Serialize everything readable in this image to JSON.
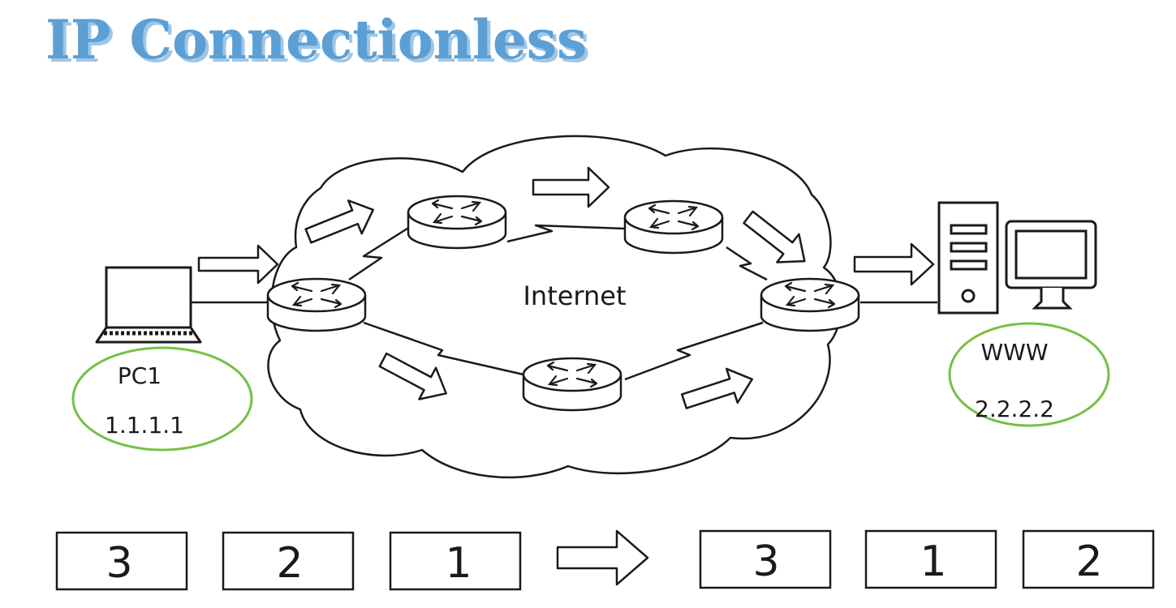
{
  "title": "IP Connectionless",
  "cloud_label": "Internet",
  "source": {
    "name": "PC1",
    "ip": "1.1.1.1"
  },
  "destination": {
    "name": "WWW",
    "ip": "2.2.2.2"
  },
  "packets_sent": [
    "3",
    "2",
    "1"
  ],
  "packets_received": [
    "3",
    "1",
    "2"
  ],
  "colors": {
    "title": "#5b9fd4",
    "title_shadow": "#9fc6e6",
    "highlight_ellipse": "#76c043",
    "ink": "#1a1a1a"
  },
  "icons": {
    "source_device": "laptop-icon",
    "router": "router-icon",
    "server": "server-tower-icon",
    "monitor": "monitor-icon"
  }
}
